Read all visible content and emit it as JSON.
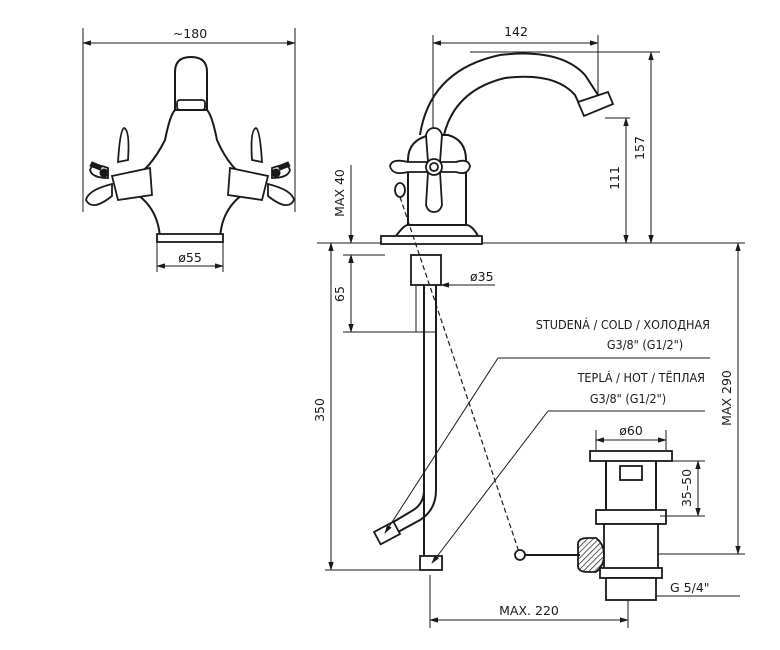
{
  "front_view": {
    "width_dim": "~180",
    "base_diameter": "ø55"
  },
  "side_view": {
    "spout_reach": "142",
    "total_height": "157",
    "spout_height": "111",
    "max_deck": "MAX 40",
    "shank_length": "65",
    "shank_diameter": "ø35",
    "hose_length": "350",
    "max_drop": "MAX 290",
    "max_reach": "MAX. 220"
  },
  "connections": {
    "cold_label": "STUDENÁ / COLD / ХОЛОДНАЯ",
    "cold_thread": "G3/8\" (G1/2\")",
    "hot_label": "TEPLÁ / HOT / TËПЛАЯ",
    "hot_thread": "G3/8\" (G1/2\")"
  },
  "waste": {
    "diameter": "ø60",
    "height_range": "35–50",
    "thread": "G 5/4\""
  }
}
